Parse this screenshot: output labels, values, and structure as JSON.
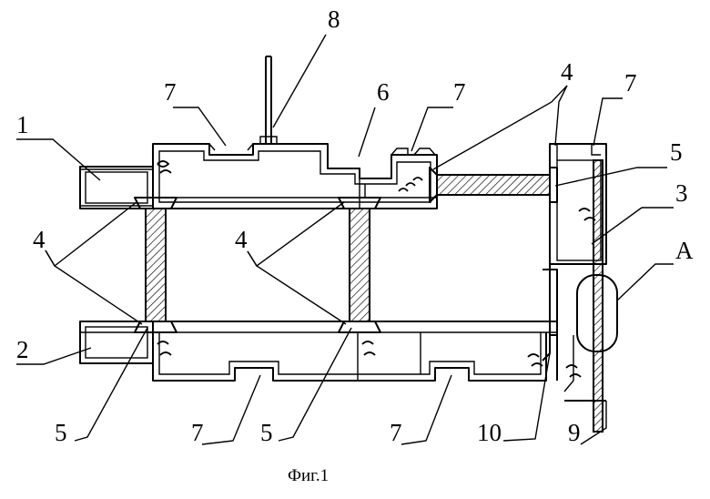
{
  "caption": "Фиг.1",
  "labels": {
    "n1": "1",
    "n2": "2",
    "n3": "3",
    "n4a": "4",
    "n4b": "4",
    "n4c": "4",
    "n5a": "5",
    "n5b": "5",
    "n5c": "5",
    "n6": "6",
    "n7a": "7",
    "n7b": "7",
    "n7c": "7",
    "n7d": "7",
    "n7e": "7",
    "n8": "8",
    "n9": "9",
    "n10": "10",
    "nA": "A"
  }
}
